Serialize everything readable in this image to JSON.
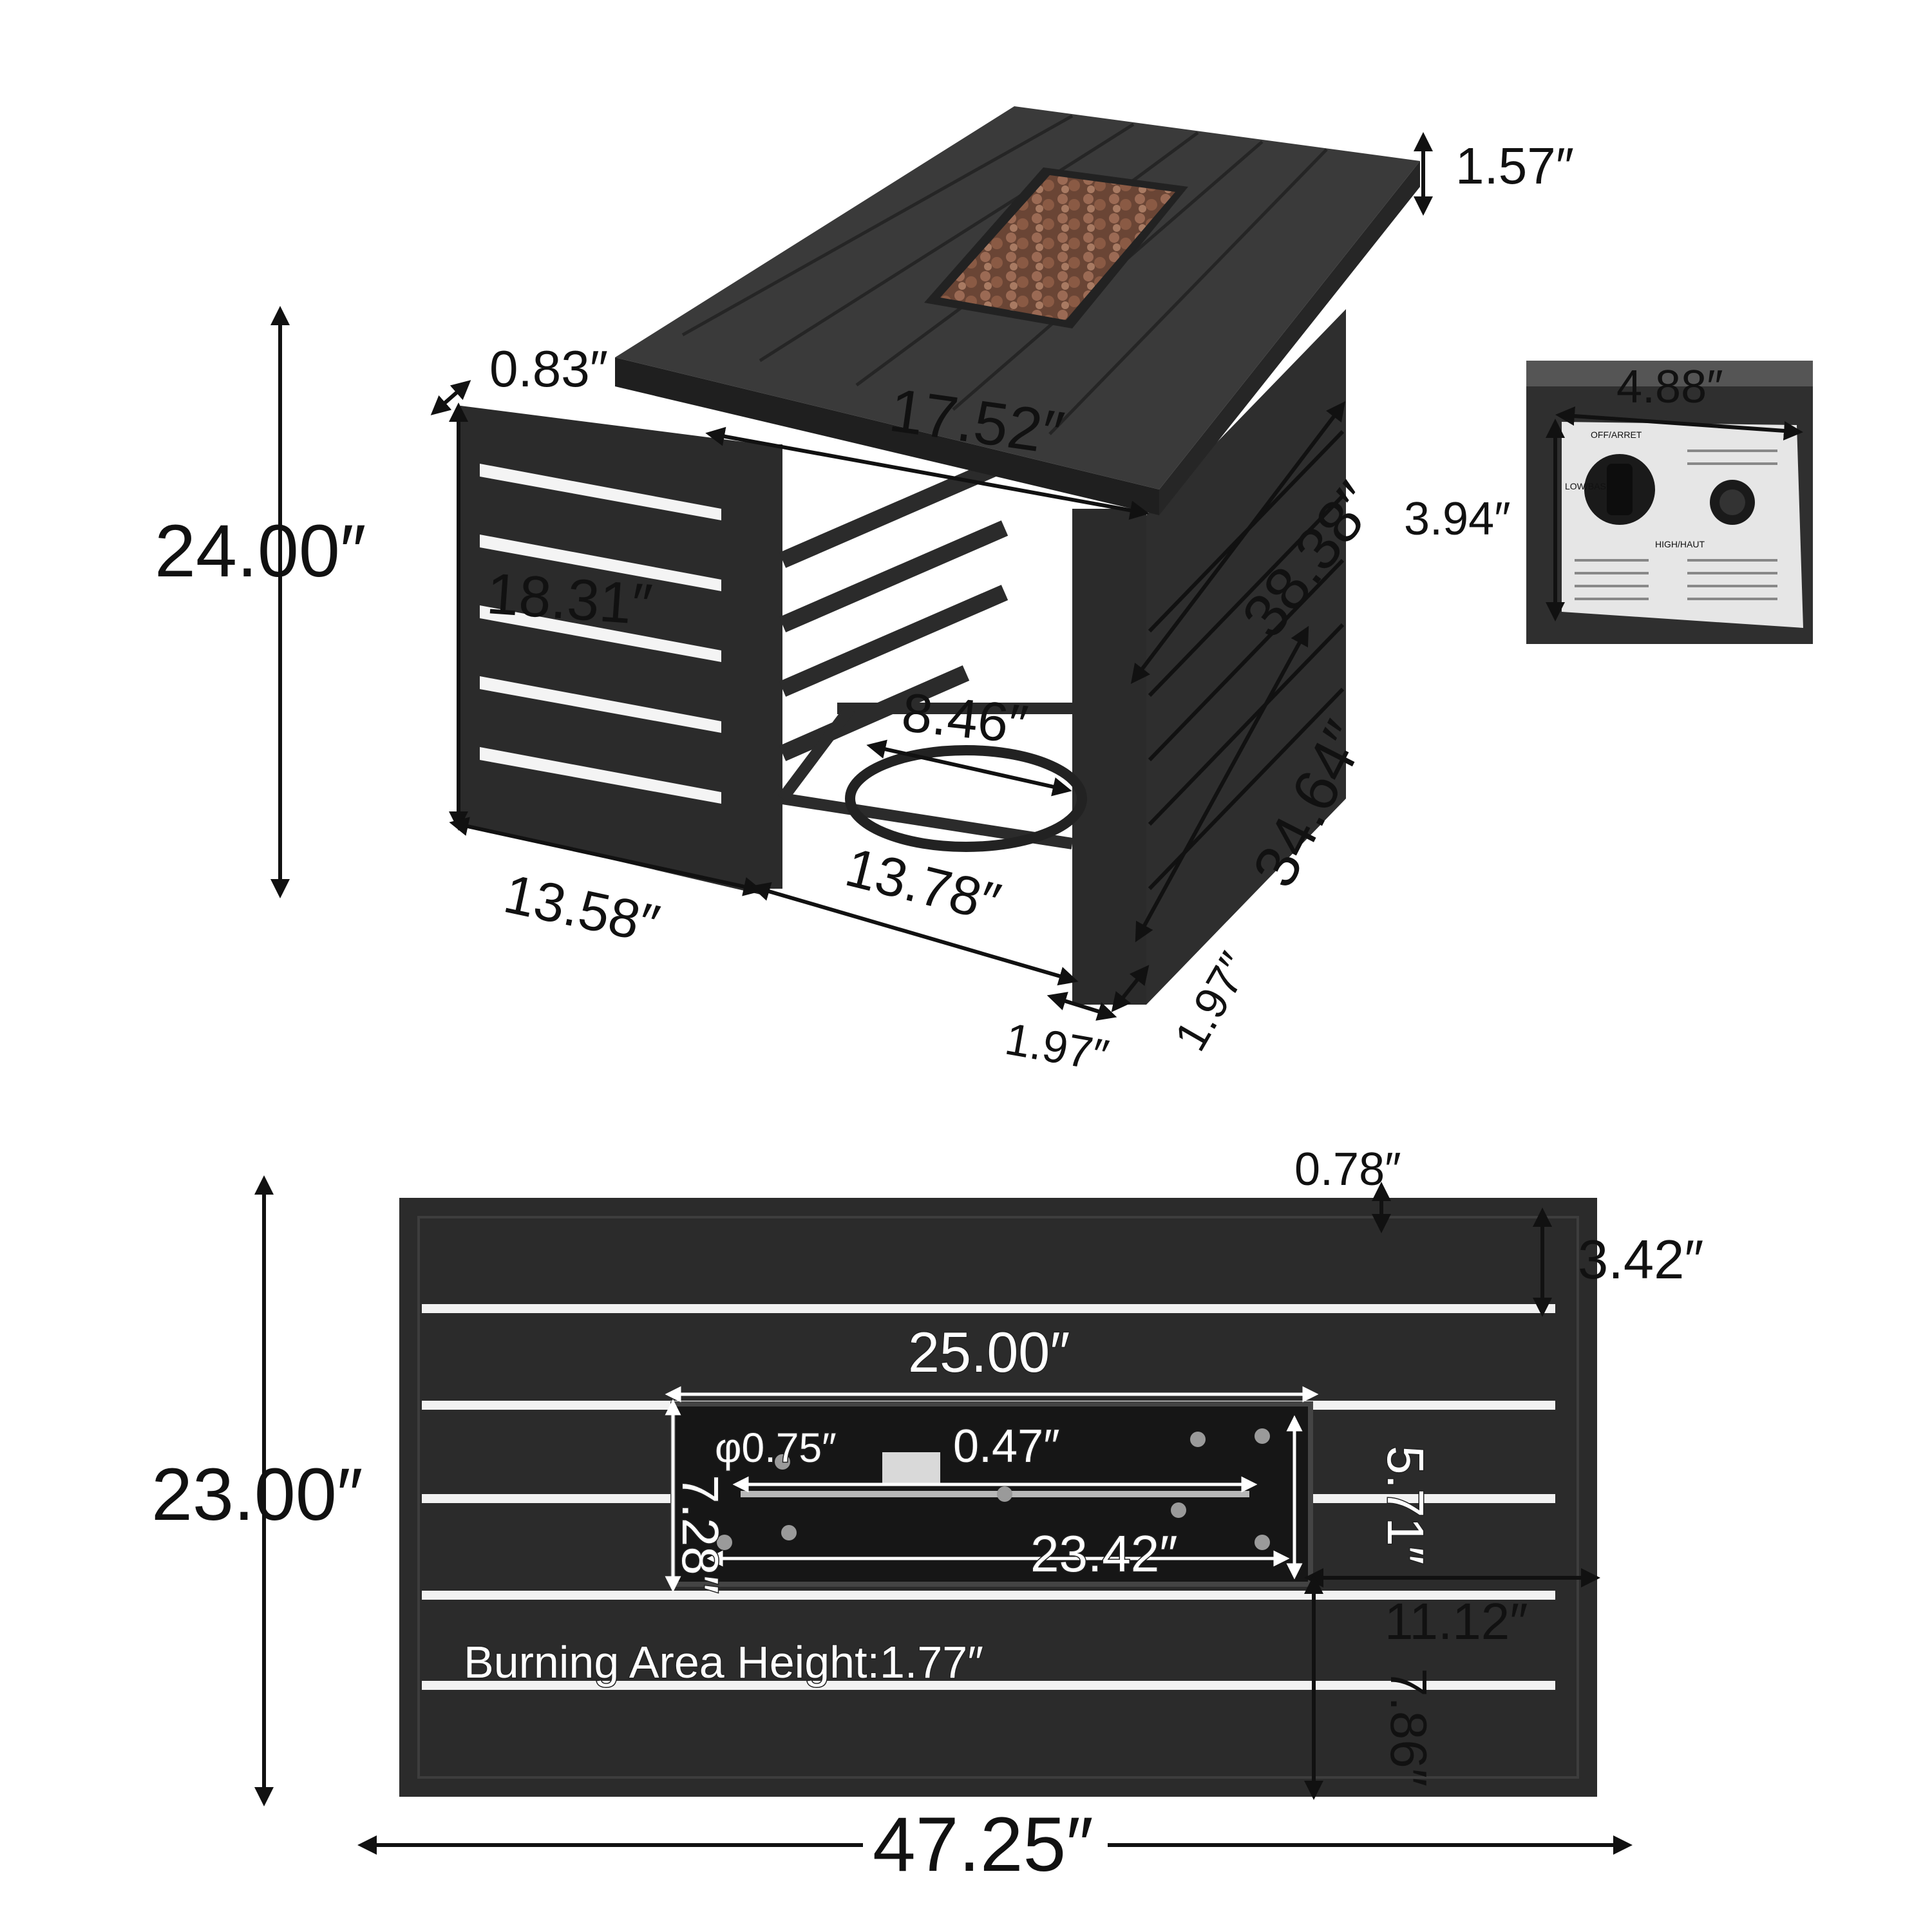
{
  "top_view_labels": {
    "top_thickness": "1.57″",
    "frame_depth": "0.83″",
    "side_panel_height": "18.31″",
    "total_height": "24.00″",
    "inner_width": "17.52″",
    "top_length": "38.38″",
    "inner_length": "34.64″",
    "tank_ring": "8.46″",
    "side_panel_width": "13.58″",
    "body_opening": "13.78″",
    "leg_width": "1.97″",
    "leg_depth": "1.97″"
  },
  "control_panel_labels": {
    "panel_width": "4.88″",
    "panel_height": "3.94″",
    "knob_text_off": "OFF/ARRET",
    "knob_text_high": "HIGH/HAUT",
    "knob_text_low": "LOW/BAS"
  },
  "plan_view_labels": {
    "border": "0.78″",
    "slat_width": "3.42″",
    "burner_length": "25.00″",
    "burner_depth_outer": "7.28″",
    "pipe_diameter": "φ0.75″",
    "pipe_gap": "0.47″",
    "burner_depth_inner": "5.71″",
    "burner_inner_length": "23.42″",
    "right_offset": "11.12″",
    "front_offset": "7.86″",
    "depth": "23.00″",
    "length": "47.25″",
    "burning_area_note": "Burning Area Height:1.77″"
  },
  "colors": {
    "metal": "#2b2b2b",
    "metal_light": "#3c3c3c",
    "slot": "#f2f2f2",
    "lava_rock": "#8a5a44"
  }
}
